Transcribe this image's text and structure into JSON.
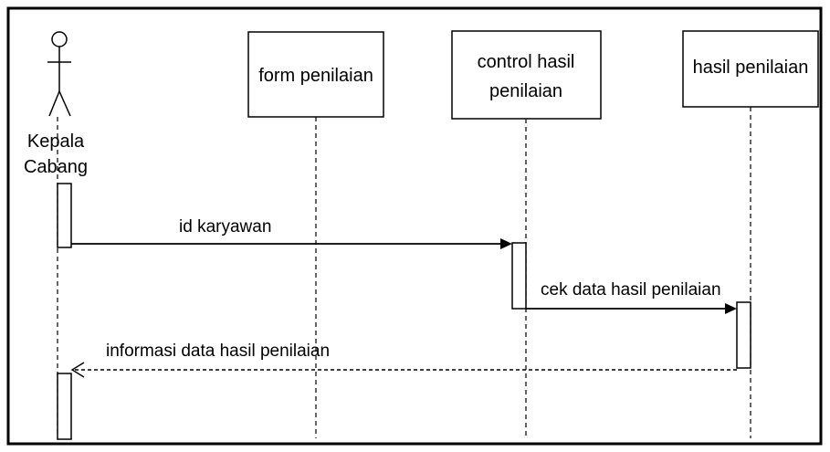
{
  "diagram": {
    "type": "sequence",
    "actor": {
      "line1": "Kepala",
      "line2": "Cabang"
    },
    "lifelines": {
      "form": {
        "label": "form penilaian"
      },
      "control": {
        "line1": "control hasil",
        "line2": "penilaian"
      },
      "hasil": {
        "label": "hasil penilaian"
      }
    },
    "messages": [
      {
        "from": "Kepala Cabang",
        "to": "control hasil penilaian",
        "label": "id karyawan",
        "kind": "synchronous"
      },
      {
        "from": "control hasil penilaian",
        "to": "hasil penilaian",
        "label": "cek data hasil penilaian",
        "kind": "synchronous"
      },
      {
        "from": "hasil penilaian",
        "to": "Kepala Cabang",
        "label": "informasi data hasil penilaian",
        "kind": "return"
      }
    ],
    "colors": {
      "line": "#000000",
      "background": "#ffffff"
    }
  }
}
